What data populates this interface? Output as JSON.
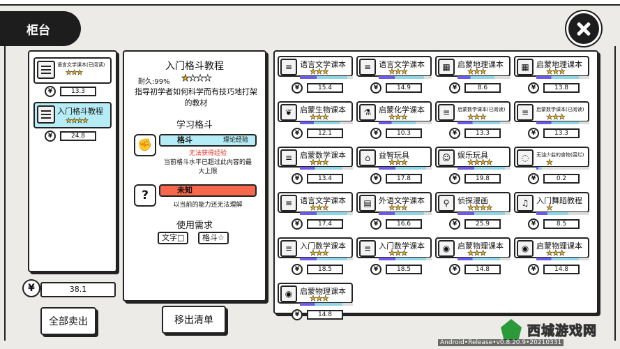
{
  "header": {
    "title": "柜台",
    "close_icon": "close-icon"
  },
  "left": {
    "items": [
      {
        "name": "语言文学课本(已阅读)",
        "stars": "★★★",
        "price": "13.3",
        "selected": false
      },
      {
        "name": "入门格斗教程",
        "stars": "★★★★",
        "price": "24.8",
        "selected": true
      }
    ],
    "coin_symbol": "¥",
    "total": "38.1",
    "sell_all": "全部卖出"
  },
  "detail": {
    "title": "入门格斗教程",
    "durability": "耐久:99%",
    "dur_stars_filled": "★",
    "dur_stars_empty": "★★★",
    "description": "指导初学者如何科学而有技巧地打架的教材",
    "section": "学习格斗",
    "skill1": {
      "icon": "fist-icon",
      "glyph": "✊",
      "name": "格斗",
      "tag": "理论经验",
      "note_red": "无法获得经验",
      "note": "当前格斗水平已超过此内容的最大上限"
    },
    "skill2": {
      "glyph": "?",
      "name": "未知",
      "note": "以当前的能力还无法理解"
    },
    "requirement_title": "使用需求",
    "req1": "文字□",
    "req2": "格斗☆",
    "remove": "移出清单"
  },
  "grid": [
    {
      "name": "语言文学课本",
      "small": false,
      "stars": "★★★",
      "price": "15.4",
      "glyph": "≡",
      "durability": 0.9
    },
    {
      "name": "语言文学课本",
      "small": false,
      "stars": "★★★",
      "price": "14.9",
      "glyph": "≡",
      "durability": 0.85
    },
    {
      "name": "启蒙地理课本",
      "small": false,
      "stars": "★★★",
      "price": "8.6",
      "glyph": "▦",
      "durability": 0.7
    },
    {
      "name": "启蒙地理课本",
      "small": false,
      "stars": "★★★",
      "price": "13.8",
      "glyph": "▦",
      "durability": 0.8
    },
    {
      "name": "启蒙生物课本",
      "small": false,
      "stars": "★★★",
      "price": "12.1",
      "glyph": "❦",
      "durability": 0.75
    },
    {
      "name": "启蒙化学课本",
      "small": false,
      "stars": "★★★",
      "price": "10.3",
      "glyph": "⚗",
      "durability": 0.7
    },
    {
      "name": "启蒙数学课本(已阅读)",
      "small": true,
      "stars": "★★★",
      "price": "13.3",
      "glyph": "≡",
      "durability": 0.8
    },
    {
      "name": "启蒙数学课本(已阅读)",
      "small": true,
      "stars": "★★★",
      "price": "13.3",
      "glyph": "≡",
      "durability": 0.8
    },
    {
      "name": "启蒙数学课本",
      "small": false,
      "stars": "★★★",
      "price": "13.4",
      "glyph": "≡",
      "durability": 0.8
    },
    {
      "name": "益智玩具",
      "small": false,
      "stars": "★★★",
      "price": "17.8",
      "glyph": "⌂",
      "durability": 0.9
    },
    {
      "name": "娱乐玩具",
      "small": false,
      "stars": "★★★★",
      "price": "19.8",
      "glyph": "☺",
      "durability": 0.9
    },
    {
      "name": "无油少盐的食物(腐烂)",
      "small": true,
      "stars": "★",
      "price": "0.2",
      "glyph": "◌",
      "durability": 0.1
    },
    {
      "name": "语言文学课本",
      "small": false,
      "stars": "★★★",
      "price": "17.4",
      "glyph": "≡",
      "durability": 0.9
    },
    {
      "name": "外语文学课本",
      "small": false,
      "stars": "★★★",
      "price": "16.6",
      "glyph": "▤",
      "durability": 0.85
    },
    {
      "name": "侦探漫画",
      "small": false,
      "stars": "★★★★",
      "price": "25.9",
      "glyph": "⚲",
      "durability": 0.9
    },
    {
      "name": "入门舞蹈教程",
      "small": false,
      "stars": "★",
      "price": "8.5",
      "glyph": "♫",
      "durability": 0.6
    },
    {
      "name": "入门数学课本",
      "small": false,
      "stars": "★★★",
      "price": "18.5",
      "glyph": "≡",
      "durability": 0.9
    },
    {
      "name": "入门数学课本",
      "small": false,
      "stars": "★★★",
      "price": "18.5",
      "glyph": "≡",
      "durability": 0.9
    },
    {
      "name": "启蒙物理课本",
      "small": false,
      "stars": "★★★",
      "price": "14.8",
      "glyph": "◉",
      "durability": 0.8
    },
    {
      "name": "启蒙物理课本",
      "small": false,
      "stars": "★★★",
      "price": "14.8",
      "glyph": "◉",
      "durability": 0.8
    },
    {
      "name": "启蒙物理课本",
      "small": false,
      "stars": "★★★",
      "price": "14.8",
      "glyph": "◉",
      "durability": 0.8
    }
  ],
  "watermark": "西城游戏网",
  "version": "Android•Release•v0.8.20.9•20210331"
}
